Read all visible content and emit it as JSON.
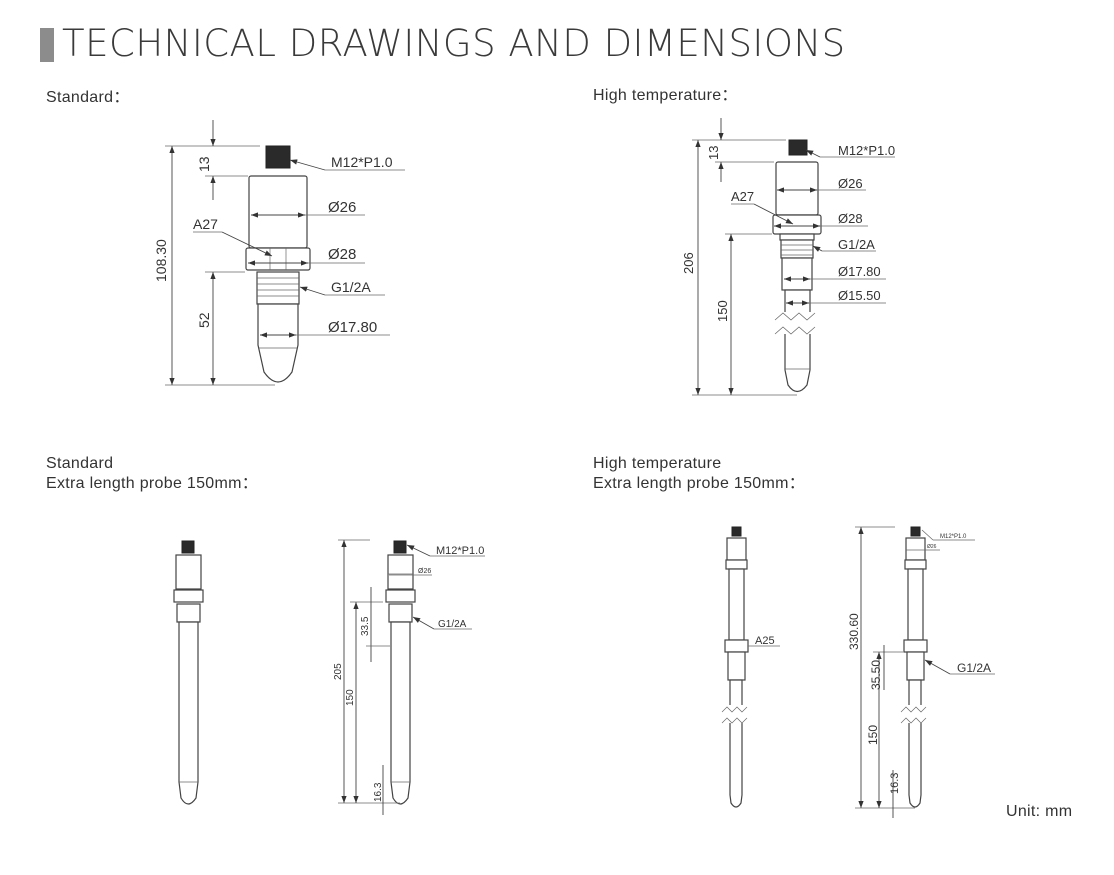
{
  "header": {
    "title": "TECHNICAL DRAWINGS AND DIMENSIONS"
  },
  "sections": {
    "standard": {
      "label": "Standard："
    },
    "high_temp": {
      "label": "High temperature："
    },
    "standard_extra": {
      "line1": "Standard",
      "line2": "Extra length probe 150mm："
    },
    "high_temp_extra": {
      "line1": "High temperature",
      "line2": "Extra length probe 150mm："
    }
  },
  "drawing_standard": {
    "thread_top": "M12*P1.0",
    "dia_body": "Ø26",
    "wrench": "A27",
    "dia_nut": "Ø28",
    "thread": "G1/2A",
    "dia_shaft": "Ø17.80",
    "dim_total": "108.30",
    "dim_top": "13",
    "dim_lower": "52"
  },
  "drawing_high_temp": {
    "thread_top": "M12*P1.0",
    "dia_body": "Ø26",
    "wrench": "A27",
    "dia_nut": "Ø28",
    "thread": "G1/2A",
    "dia_shaft": "Ø17.80",
    "dia_probe": "Ø15.50",
    "dim_total": "206",
    "dim_top": "13",
    "dim_lower": "150"
  },
  "drawing_standard_extra": {
    "thread_top": "M12*P1.0",
    "dia_body": "Ø26",
    "thread": "G1/2A",
    "dim_total": "205",
    "dim_probe": "150",
    "dim_thread": "33.5",
    "dim_tip": "16.3"
  },
  "drawing_high_temp_extra": {
    "wrench": "A25",
    "thread_top": "M12*P1.0",
    "dia_body": "Ø26",
    "thread": "G1/2A",
    "dim_total": "330.60",
    "dim_probe": "150",
    "dim_thread": "35.50",
    "dim_tip": "16.3"
  },
  "footer": {
    "unit": "Unit: mm"
  }
}
